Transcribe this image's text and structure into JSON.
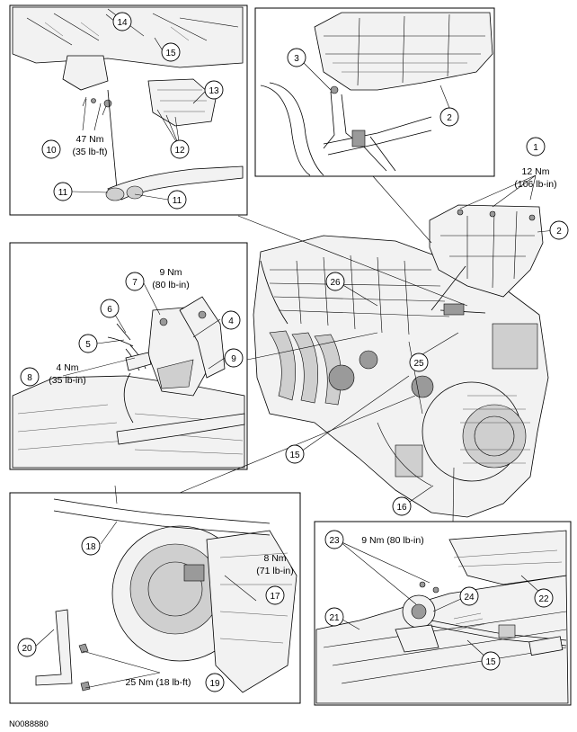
{
  "callouts": {
    "c1": "1",
    "c2a": "2",
    "c2b": "2",
    "c3": "3",
    "c4": "4",
    "c5": "5",
    "c6": "6",
    "c7": "7",
    "c8": "8",
    "c9": "9",
    "c10": "10",
    "c11a": "11",
    "c11b": "11",
    "c12": "12",
    "c13": "13",
    "c14": "14",
    "c15a": "15",
    "c15b": "15",
    "c15c": "15",
    "c16": "16",
    "c17": "17",
    "c18": "18",
    "c19": "19",
    "c20": "20",
    "c21": "21",
    "c22": "22",
    "c23": "23",
    "c24": "24",
    "c25": "25",
    "c26": "26"
  },
  "specs": {
    "s10_nm": "47 Nm",
    "s10_lbft": "(35 lb-ft)",
    "s1_nm": "12 Nm",
    "s1_lbin": "(106 lb-in)",
    "s7_nm": "9 Nm",
    "s7_lbin": "(80 lb-in)",
    "s8_nm": "4 Nm",
    "s8_lbin": "(35 lb-in)",
    "s17_nm": "8 Nm",
    "s17_lbin": "(71 lb-in)",
    "s19": "25 Nm (18 lb-ft)",
    "s23": "9 Nm (80 lb-in)"
  },
  "reference_id": "N0088880"
}
